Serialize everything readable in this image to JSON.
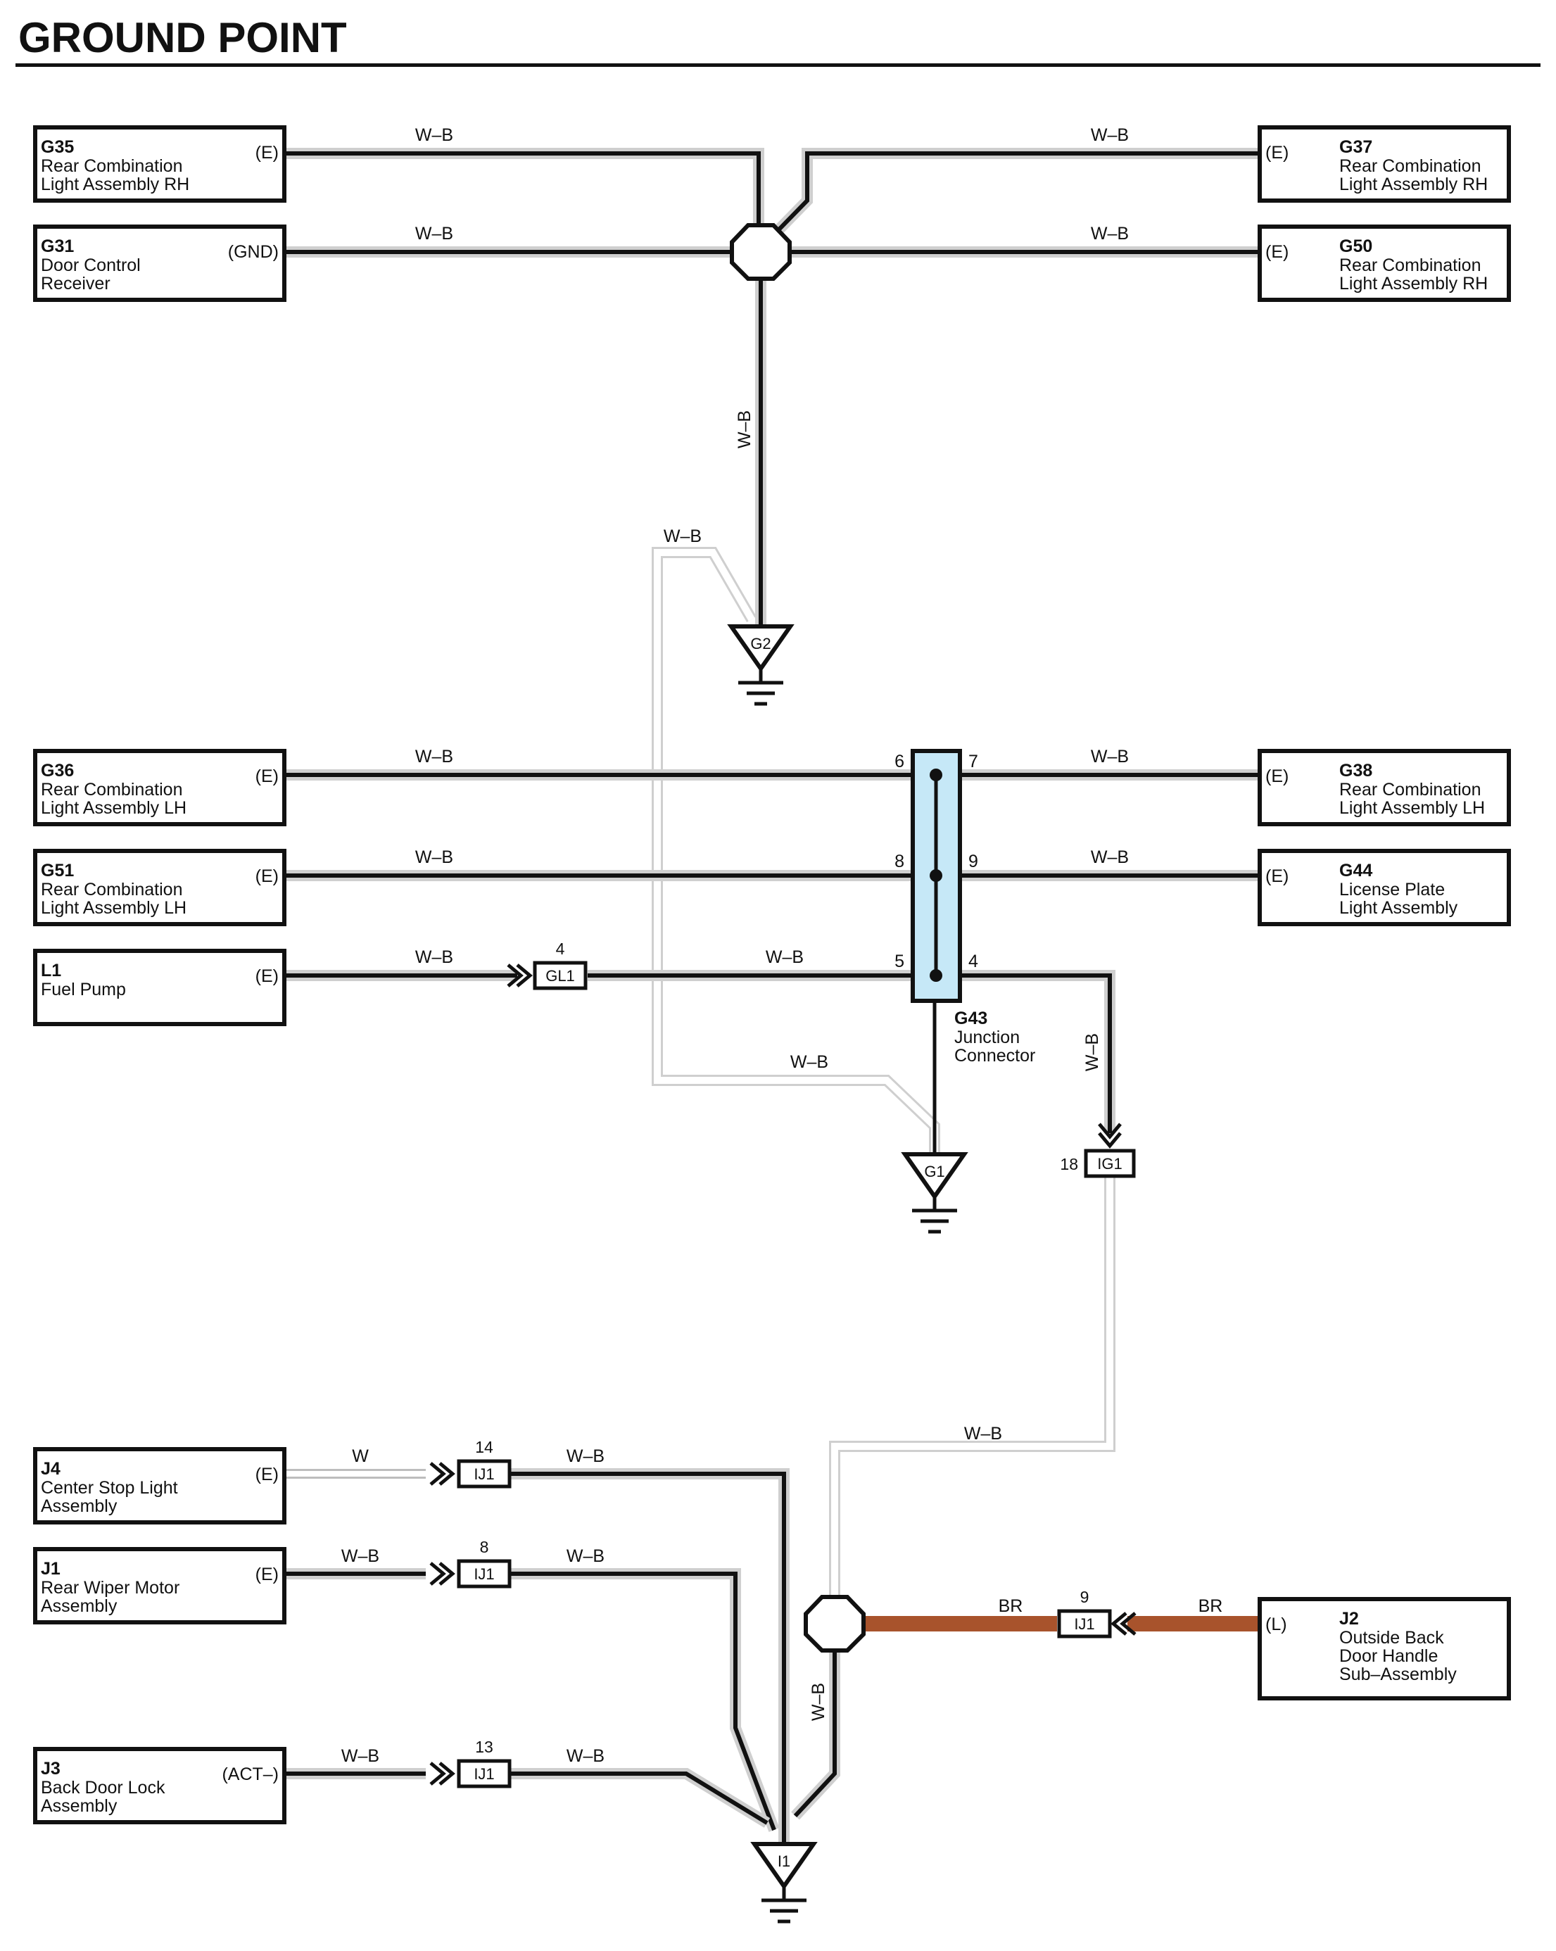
{
  "title": "GROUND POINT",
  "colors": {
    "wire_wb": "#111111",
    "wire_w": "#bfbfbf",
    "wire_br": "#a8532c",
    "junction_fill": "#c6e8f7",
    "line": "#111111"
  },
  "components": [
    {
      "id": "g35",
      "code": "G35",
      "lines": [
        "Rear Combination",
        "Light Assembly RH"
      ],
      "pin": "(E)",
      "side": "left"
    },
    {
      "id": "g31",
      "code": "G31",
      "lines": [
        "Door Control",
        "Receiver"
      ],
      "pin": "(GND)",
      "side": "left"
    },
    {
      "id": "g37",
      "code": "G37",
      "lines": [
        "Rear Combination",
        "Light Assembly RH"
      ],
      "pin": "(E)",
      "side": "right"
    },
    {
      "id": "g50",
      "code": "G50",
      "lines": [
        "Rear Combination",
        "Light Assembly RH"
      ],
      "pin": "(E)",
      "side": "right"
    },
    {
      "id": "g36",
      "code": "G36",
      "lines": [
        "Rear Combination",
        "Light Assembly LH"
      ],
      "pin": "(E)",
      "side": "left"
    },
    {
      "id": "g51",
      "code": "G51",
      "lines": [
        "Rear Combination",
        "Light Assembly LH"
      ],
      "pin": "(E)",
      "side": "left"
    },
    {
      "id": "l1",
      "code": "L1",
      "lines": [
        "Fuel Pump"
      ],
      "pin": "(E)",
      "side": "left"
    },
    {
      "id": "g38",
      "code": "G38",
      "lines": [
        "Rear Combination",
        "Light Assembly LH"
      ],
      "pin": "(E)",
      "side": "right"
    },
    {
      "id": "g44",
      "code": "G44",
      "lines": [
        "License Plate",
        "Light Assembly"
      ],
      "pin": "(E)",
      "side": "right"
    },
    {
      "id": "j4",
      "code": "J4",
      "lines": [
        "Center Stop Light",
        "Assembly"
      ],
      "pin": "(E)",
      "side": "left"
    },
    {
      "id": "j1",
      "code": "J1",
      "lines": [
        "Rear Wiper Motor",
        "Assembly"
      ],
      "pin": "(E)",
      "side": "left"
    },
    {
      "id": "j3",
      "code": "J3",
      "lines": [
        "Back Door Lock",
        "Assembly"
      ],
      "pin": "(ACT–)",
      "side": "left"
    },
    {
      "id": "j2",
      "code": "J2",
      "lines": [
        "Outside Back",
        "Door Handle",
        "Sub–Assembly"
      ],
      "pin": "(L)",
      "side": "right"
    }
  ],
  "wire_labels": [
    {
      "id": "wl-g35",
      "text": "W–B"
    },
    {
      "id": "wl-g37",
      "text": "W–B"
    },
    {
      "id": "wl-g31",
      "text": "W–B"
    },
    {
      "id": "wl-g50",
      "text": "W–B"
    },
    {
      "id": "wl-vert-g2",
      "text": "W–B"
    },
    {
      "id": "wl-loop-top",
      "text": "W–B"
    },
    {
      "id": "wl-g36",
      "text": "W–B"
    },
    {
      "id": "wl-g38",
      "text": "W–B"
    },
    {
      "id": "wl-g51",
      "text": "W–B"
    },
    {
      "id": "wl-g44",
      "text": "W–B"
    },
    {
      "id": "wl-l1",
      "text": "W–B"
    },
    {
      "id": "wl-gl1-out",
      "text": "W–B"
    },
    {
      "id": "wl-loop-bottom",
      "text": "W–B"
    },
    {
      "id": "wl-vert-ig1",
      "text": "W–B"
    },
    {
      "id": "wl-ig1-bottom",
      "text": "W–B"
    },
    {
      "id": "wl-j4",
      "text": "W"
    },
    {
      "id": "wl-j4-out",
      "text": "W–B"
    },
    {
      "id": "wl-j1",
      "text": "W–B"
    },
    {
      "id": "wl-j1-out",
      "text": "W–B"
    },
    {
      "id": "wl-j3",
      "text": "W–B"
    },
    {
      "id": "wl-j3-out",
      "text": "W–B"
    },
    {
      "id": "wl-vert-i1",
      "text": "W–B"
    },
    {
      "id": "wl-br-left",
      "text": "BR"
    },
    {
      "id": "wl-br-right",
      "text": "BR"
    }
  ],
  "connectors": [
    {
      "id": "gl1",
      "label": "GL1",
      "pin": "4"
    },
    {
      "id": "ig1",
      "label": "IG1",
      "pin": "18"
    },
    {
      "id": "ij1-14",
      "label": "IJ1",
      "pin": "14"
    },
    {
      "id": "ij1-8",
      "label": "IJ1",
      "pin": "8"
    },
    {
      "id": "ij1-13",
      "label": "IJ1",
      "pin": "13"
    },
    {
      "id": "ij1-9",
      "label": "IJ1",
      "pin": "9"
    }
  ],
  "junction": {
    "code": "G43",
    "lines": [
      "Junction",
      "Connector"
    ],
    "pins": [
      "6",
      "7",
      "8",
      "9",
      "5",
      "4"
    ]
  },
  "grounds": [
    {
      "id": "g2",
      "label": "G2"
    },
    {
      "id": "g1",
      "label": "G1"
    },
    {
      "id": "i1",
      "label": "I1"
    }
  ]
}
